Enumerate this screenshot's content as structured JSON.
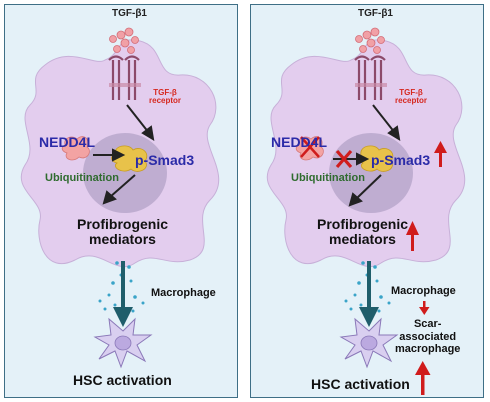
{
  "left": {
    "ligand": "TGF-β1",
    "receptor_label": [
      "TGF-β",
      "receptor"
    ],
    "nedd4l": "NEDD4L",
    "psmad3": "p-Smad3",
    "ubiquitination": "Ubiquitination",
    "mediators": [
      "Profibrogenic",
      "mediators"
    ],
    "macrophage": "Macrophage",
    "hsc": "HSC activation"
  },
  "right": {
    "ligand": "TGF-β1",
    "receptor_label": [
      "TGF-β",
      "receptor"
    ],
    "nedd4l": "NEDD4L",
    "psmad3": "p-Smad3",
    "ubiquitination": "Ubiquitination",
    "mediators": [
      "Profibrogenic",
      "mediators"
    ],
    "macrophage": "Macrophage",
    "scar_macrophage": [
      "Scar-",
      "associated",
      "macrophage"
    ],
    "hsc": "HSC activation"
  },
  "colors": {
    "panel_bg": "#e4f1f8",
    "panel_border": "#3e6f86",
    "cell_fill": "#e3cdee",
    "nucleus": "#b9a7cb",
    "smad_blob": "#e8c24a",
    "nedd_blob": "#f3a3a3",
    "text_blue": "#2b2ba8",
    "text_green": "#2f6b2f",
    "text_red": "#d6281f",
    "arrow_red": "#d01c1c",
    "arrow_teal": "#1f5e6b",
    "dots_teal": "#3aa4c8",
    "hsc_fill": "#d9cff0"
  }
}
